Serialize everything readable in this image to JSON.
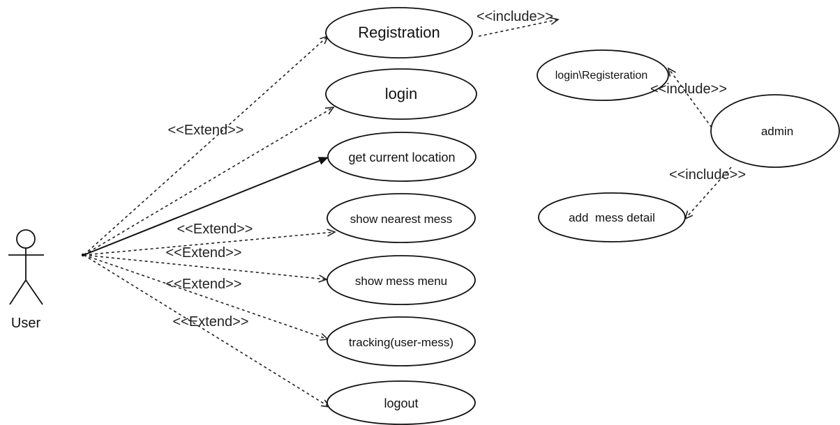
{
  "diagram": {
    "actor": {
      "label": "User"
    },
    "use_cases": {
      "registration": "Registration",
      "login": "login",
      "get_current_location": "get current location",
      "show_nearest_mess": "show nearest mess",
      "show_mess_menu": "show mess menu",
      "tracking": "tracking(user-mess)",
      "logout": "logout",
      "login_registration": "login\\Registeration",
      "admin": "admin",
      "add_mess_detail": "add  mess detail"
    },
    "relations": {
      "extend_1": "<<Extend>>",
      "extend_2": "<<Extend>>",
      "extend_3": "<<Extend>>",
      "extend_4": "<<Extend>>",
      "extend_5": "<<Extend>>",
      "include_1": "<<include>>",
      "include_2": "<<include>>",
      "include_3": "<<include>>"
    }
  }
}
